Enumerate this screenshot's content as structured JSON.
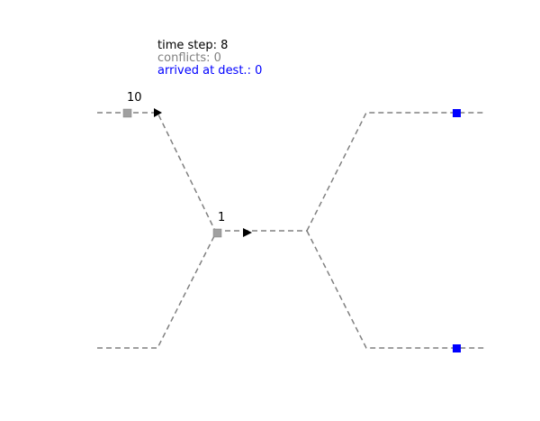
{
  "status": {
    "time_step": "time step: 8",
    "conflicts": "conflicts: 0",
    "arrived": "arrived at dest.: 0"
  },
  "colors": {
    "road": "#808080",
    "vehicle": "#a0a0a0",
    "destination": "#0000ff",
    "conflicts_text": "#808080",
    "arrived_text": "#0000ff",
    "arrow": "#000000"
  },
  "vehicles": [
    {
      "label": "10"
    },
    {
      "label": "1"
    }
  ]
}
